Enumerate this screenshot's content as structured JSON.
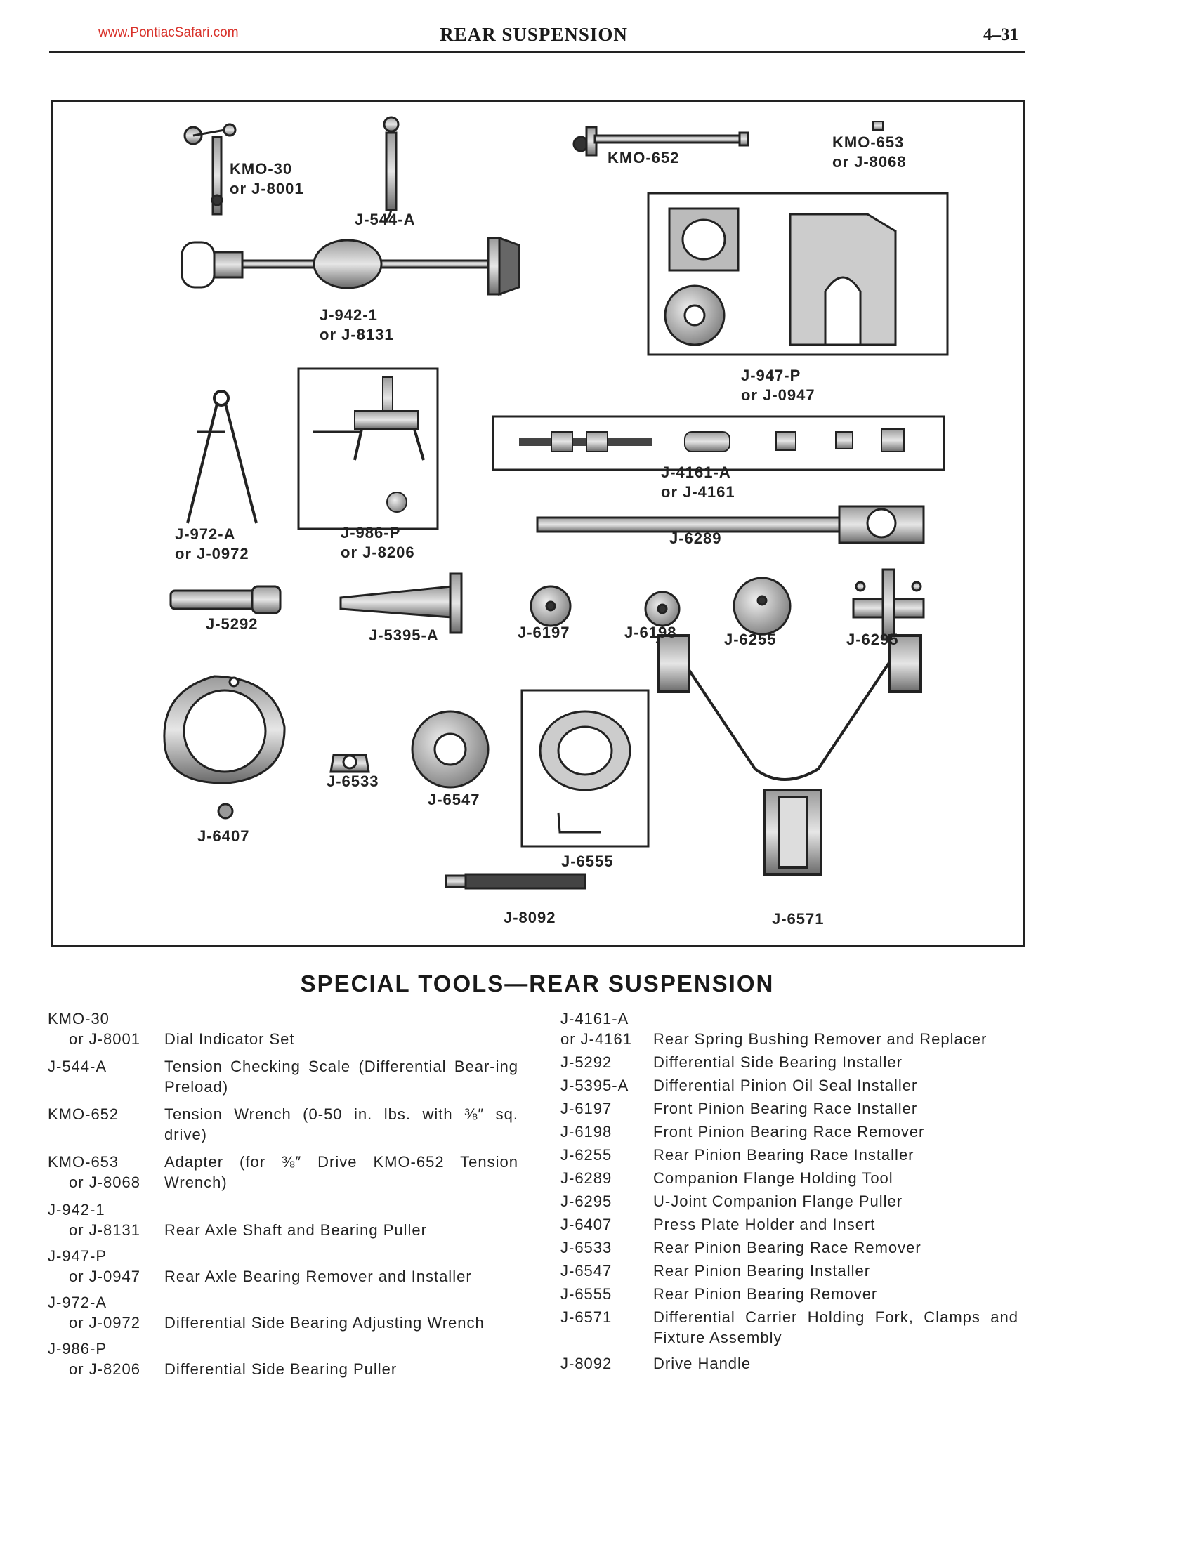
{
  "header": {
    "site": "www.PontiacSafari.com",
    "title": "REAR SUSPENSION",
    "page": "4–31"
  },
  "figure": {
    "labels": {
      "kmo30": [
        "KMO-30",
        "or J-8001"
      ],
      "j544a": [
        "J-544-A"
      ],
      "kmo652": [
        "KMO-652"
      ],
      "kmo653": [
        "KMO-653",
        "or J-8068"
      ],
      "j9421": [
        "J-942-1",
        "or J-8131"
      ],
      "j947p": [
        "J-947-P",
        "or J-0947"
      ],
      "j4161a": [
        "J-4161-A",
        "or J-4161"
      ],
      "j972a": [
        "J-972-A",
        "or J-0972"
      ],
      "j986p": [
        "J-986-P",
        "or J-8206"
      ],
      "j6289": [
        "J-6289"
      ],
      "j5292": [
        "J-5292"
      ],
      "j5395a": [
        "J-5395-A"
      ],
      "j6197": [
        "J-6197"
      ],
      "j6198": [
        "J-6198"
      ],
      "j6255": [
        "J-6255"
      ],
      "j6295": [
        "J-6295"
      ],
      "j6533": [
        "J-6533"
      ],
      "j6547": [
        "J-6547"
      ],
      "j6407": [
        "J-6407"
      ],
      "j6555": [
        "J-6555"
      ],
      "j8092": [
        "J-8092"
      ],
      "j6571": [
        "J-6571"
      ]
    }
  },
  "section_title": "SPECIAL TOOLS—REAR SUSPENSION",
  "tools_left": [
    {
      "part": [
        "KMO-30",
        "or J-8001"
      ],
      "desc": "Dial Indicator Set"
    },
    {
      "part": [
        "J-544-A"
      ],
      "desc": "Tension Checking Scale (Differential Bear-ing Preload)"
    },
    {
      "part": [
        "KMO-652"
      ],
      "desc": "Tension Wrench (0-50 in. lbs. with ⅜″ sq. drive)"
    },
    {
      "part": [
        "KMO-653",
        "or J-8068"
      ],
      "desc": "Adapter (for ⅜″ Drive KMO-652 Tension Wrench)"
    },
    {
      "part": [
        "J-942-1",
        "or J-8131"
      ],
      "desc": "Rear Axle Shaft and Bearing Puller"
    },
    {
      "part": [
        "J-947-P",
        "or J-0947"
      ],
      "desc": "Rear Axle Bearing Remover and Installer"
    },
    {
      "part": [
        "J-972-A",
        "or J-0972"
      ],
      "desc": "Differential Side Bearing Adjusting Wrench"
    },
    {
      "part": [
        "J-986-P",
        "or J-8206"
      ],
      "desc": "Differential Side Bearing Puller"
    }
  ],
  "tools_right": [
    {
      "part": [
        "J-4161-A",
        "or J-4161"
      ],
      "desc": "Rear Spring Bushing Remover and Replacer"
    },
    {
      "part": [
        "J-5292"
      ],
      "desc": "Differential Side Bearing Installer"
    },
    {
      "part": [
        "J-5395-A"
      ],
      "desc": "Differential Pinion Oil Seal Installer"
    },
    {
      "part": [
        "J-6197"
      ],
      "desc": "Front Pinion Bearing Race Installer"
    },
    {
      "part": [
        "J-6198"
      ],
      "desc": "Front Pinion Bearing Race Remover"
    },
    {
      "part": [
        "J-6255"
      ],
      "desc": "Rear Pinion Bearing Race Installer"
    },
    {
      "part": [
        "J-6289"
      ],
      "desc": "Companion Flange Holding Tool"
    },
    {
      "part": [
        "J-6295"
      ],
      "desc": "U-Joint Companion Flange Puller"
    },
    {
      "part": [
        "J-6407"
      ],
      "desc": "Press Plate Holder and Insert"
    },
    {
      "part": [
        "J-6533"
      ],
      "desc": "Rear Pinion Bearing Race Remover"
    },
    {
      "part": [
        "J-6547"
      ],
      "desc": "Rear Pinion Bearing Installer"
    },
    {
      "part": [
        "J-6555"
      ],
      "desc": "Rear Pinion Bearing Remover"
    },
    {
      "part": [
        "J-6571"
      ],
      "desc": "Differential Carrier Holding Fork, Clamps and Fixture Assembly"
    },
    {
      "part": [
        "J-8092"
      ],
      "desc": "Drive Handle"
    }
  ]
}
